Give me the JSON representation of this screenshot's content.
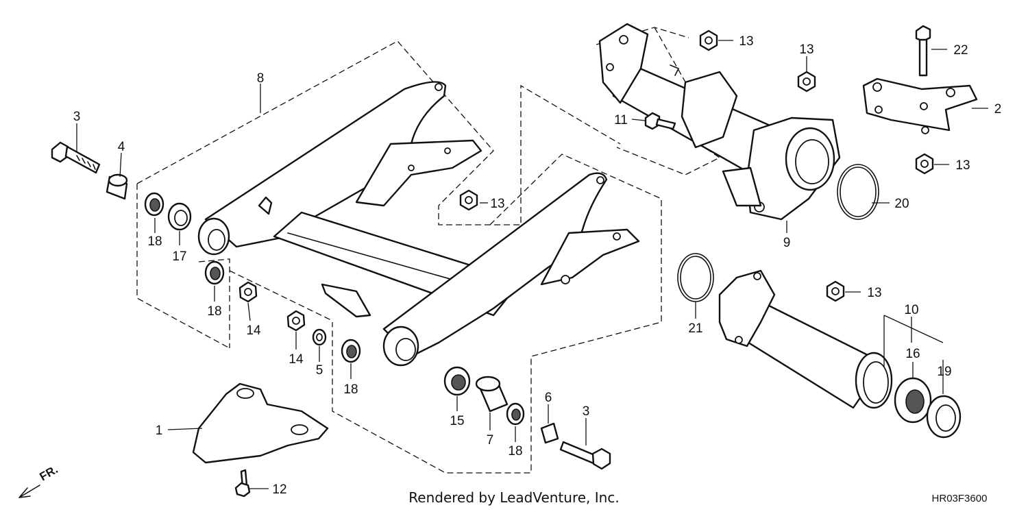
{
  "callouts": {
    "c1": "1",
    "c2": "2",
    "c3a": "3",
    "c3b": "3",
    "c4": "4",
    "c5": "5",
    "c6": "6",
    "c7": "7",
    "c8": "8",
    "c9": "9",
    "c10": "10",
    "c11": "11",
    "c12": "12",
    "c13a": "13",
    "c13b": "13",
    "c13c": "13",
    "c13d": "13",
    "c13e": "13",
    "c14a": "14",
    "c14b": "14",
    "c15": "15",
    "c16": "16",
    "c17": "17",
    "c18a": "18",
    "c18b": "18",
    "c18c": "18",
    "c18d": "18",
    "c19": "19",
    "c20": "20",
    "c21": "21",
    "c22": "22"
  },
  "front_indicator": "FR.",
  "credit": "Rendered by LeadVenture, Inc.",
  "diagram_code": "HR03F3600"
}
